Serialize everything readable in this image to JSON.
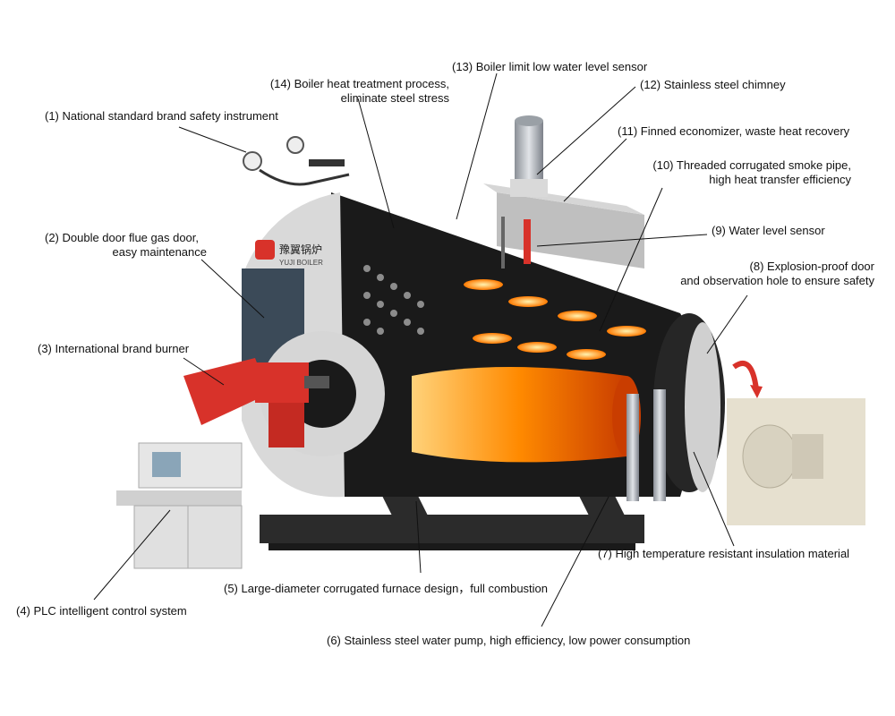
{
  "brand": {
    "logo_text": "豫翼锅炉",
    "logo_subtext": "YUJI BOILER",
    "accent_red": "#d8322a",
    "flame_orange": "#ff8a00",
    "body_black": "#1a1a1a",
    "grey_panel": "#d9d9d9"
  },
  "callouts": [
    {
      "id": "c1",
      "label": "(1) National standard brand safety instrument",
      "lines": [
        "(1) National standard brand safety instrument"
      ]
    },
    {
      "id": "c2",
      "label": "(2) Double door flue gas door, easy maintenance",
      "lines": [
        "(2) Double door flue gas door,",
        "easy maintenance"
      ]
    },
    {
      "id": "c3",
      "label": "(3) International brand burner",
      "lines": [
        "(3) International brand burner"
      ]
    },
    {
      "id": "c4",
      "label": "(4) PLC intelligent control system",
      "lines": [
        "(4) PLC intelligent control system"
      ]
    },
    {
      "id": "c5",
      "label": "(5) Large-diameter corrugated furnace design，full combustion",
      "lines": [
        "(5) Large-diameter corrugated furnace design，full combustion"
      ]
    },
    {
      "id": "c6",
      "label": "(6) Stainless steel water pump, high efficiency, low power consumption",
      "lines": [
        "(6) Stainless steel water pump, high efficiency, low power consumption"
      ]
    },
    {
      "id": "c7",
      "label": "(7) High temperature resistant insulation material",
      "lines": [
        "(7) High temperature resistant insulation material"
      ]
    },
    {
      "id": "c8",
      "label": "(8) Explosion-proof door and observation hole to ensure safety",
      "lines": [
        "(8) Explosion-proof door",
        "and observation hole to ensure safety"
      ]
    },
    {
      "id": "c9",
      "label": "(9) Water level sensor",
      "lines": [
        "(9) Water level sensor"
      ]
    },
    {
      "id": "c10",
      "label": "(10) Threaded corrugated smoke pipe, high heat transfer efficiency",
      "lines": [
        "(10) Threaded corrugated smoke pipe,",
        "high heat transfer efficiency"
      ]
    },
    {
      "id": "c11",
      "label": "(11) Finned economizer, waste heat recovery",
      "lines": [
        "(11) Finned economizer, waste heat recovery"
      ]
    },
    {
      "id": "c12",
      "label": "(12) Stainless steel chimney",
      "lines": [
        "(12) Stainless steel chimney"
      ]
    },
    {
      "id": "c13",
      "label": "(13) Boiler limit low water level sensor",
      "lines": [
        "(13) Boiler limit low water level sensor"
      ]
    },
    {
      "id": "c14",
      "label": "(14) Boiler heat treatment process, eliminate steel stress",
      "lines": [
        "(14) Boiler heat treatment process,",
        "eliminate steel stress"
      ]
    }
  ]
}
